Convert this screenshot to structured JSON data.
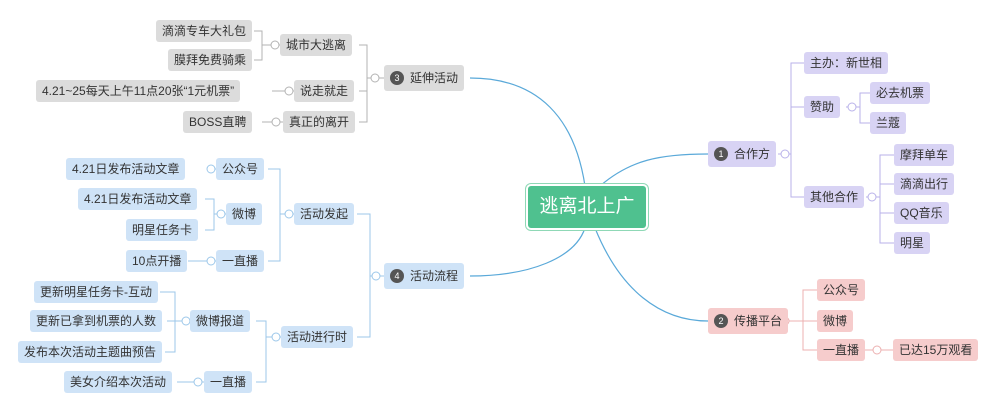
{
  "root": {
    "label": "逃离北上广"
  },
  "branches": [
    {
      "number": "3",
      "label": "延伸活动"
    },
    {
      "number": "4",
      "label": "活动流程"
    },
    {
      "number": "1",
      "label": "合作方"
    },
    {
      "number": "2",
      "label": "传播平台"
    }
  ],
  "extension": [
    {
      "label": "城市大逃离",
      "children": [
        "滴滴专车大礼包",
        "膜拜免费骑乘"
      ]
    },
    {
      "label": "说走就走",
      "children": [
        "4.21~25每天上午11点20张“1元机票”"
      ]
    },
    {
      "label": "真正的离开",
      "children": [
        "BOSS直聘"
      ]
    }
  ],
  "process": [
    {
      "label": "活动发起",
      "children": [
        {
          "label": "公众号",
          "children": [
            "4.21日发布活动文章"
          ]
        },
        {
          "label": "微博",
          "children": [
            "4.21日发布活动文章",
            "明星任务卡"
          ]
        },
        {
          "label": "一直播",
          "children": [
            "10点开播"
          ]
        }
      ]
    },
    {
      "label": "活动进行时",
      "children": [
        {
          "label": "微博报道",
          "children": [
            "更新明星任务卡-互动",
            "更新已拿到机票的人数",
            "发布本次活动主题曲预告"
          ]
        },
        {
          "label": "一直播",
          "children": [
            "美女介绍本次活动"
          ]
        }
      ]
    }
  ],
  "partners": [
    {
      "label": "主办：新世相",
      "children": []
    },
    {
      "label": "赞助",
      "children": [
        "必去机票",
        "兰蔻"
      ]
    },
    {
      "label": "其他合作",
      "children": [
        "摩拜单车",
        "滴滴出行",
        "QQ音乐",
        "明星"
      ]
    }
  ],
  "platforms": [
    {
      "label": "公众号",
      "children": []
    },
    {
      "label": "微博",
      "children": []
    },
    {
      "label": "一直播",
      "children": [
        "已达15万观看"
      ]
    }
  ],
  "colors": {
    "root": "#4fc18f",
    "extension": "#dcdcdc",
    "process": "#cfe3f7",
    "partners": "#d8d3f4",
    "platforms": "#f6cccc",
    "connector": "#5aa9d9"
  }
}
